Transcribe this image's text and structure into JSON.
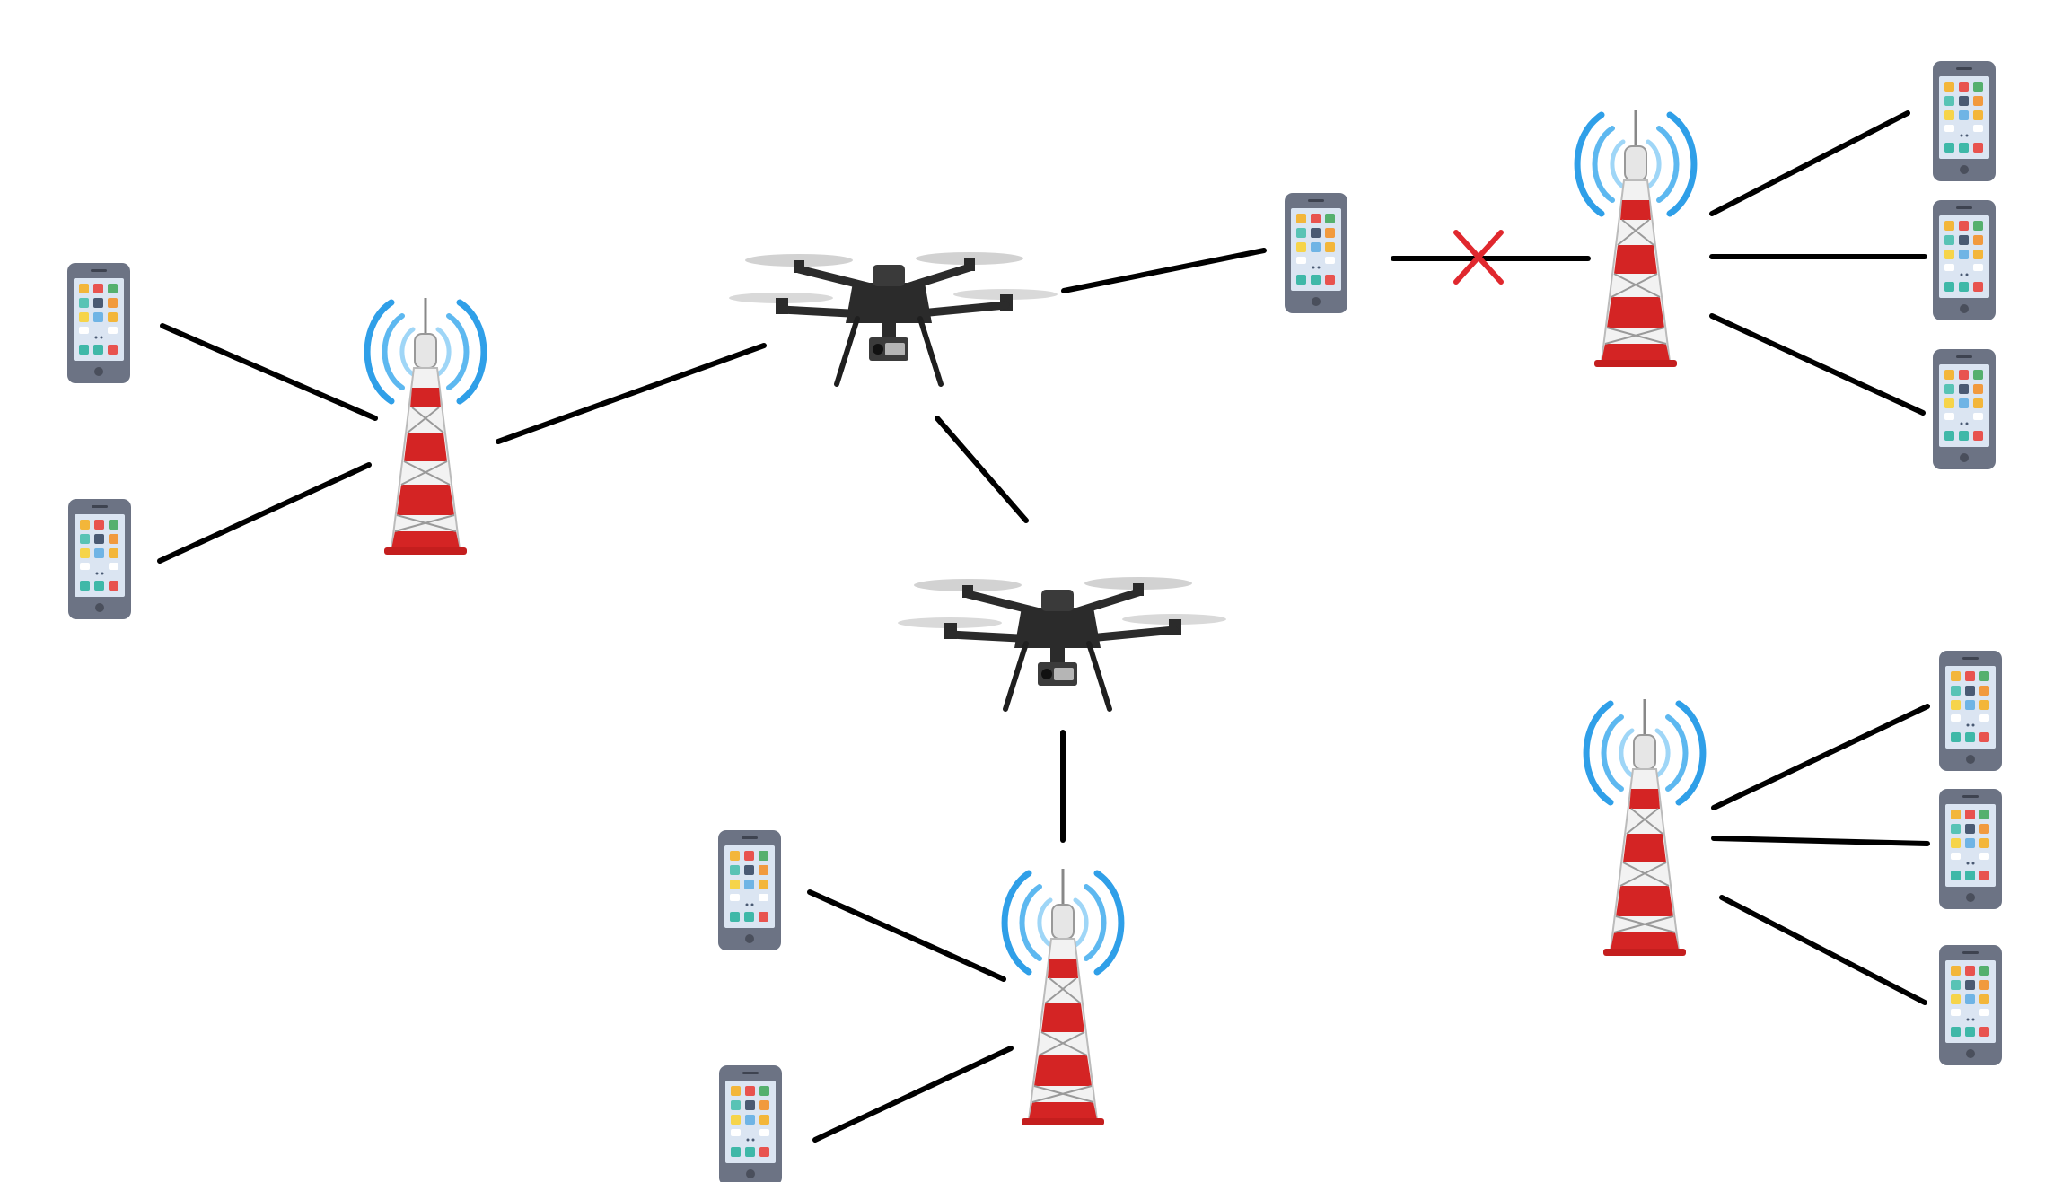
{
  "diagram": {
    "nodes": [
      {
        "id": "phone-a",
        "kind": "phone"
      },
      {
        "id": "phone-b",
        "kind": "phone"
      },
      {
        "id": "tower-1",
        "kind": "tower"
      },
      {
        "id": "drone-1",
        "kind": "drone"
      },
      {
        "id": "drone-2",
        "kind": "drone"
      },
      {
        "id": "phone-relay",
        "kind": "phone"
      },
      {
        "id": "tower-2",
        "kind": "tower"
      },
      {
        "id": "phone-c",
        "kind": "phone"
      },
      {
        "id": "phone-d",
        "kind": "phone"
      },
      {
        "id": "phone-e",
        "kind": "phone"
      },
      {
        "id": "tower-3",
        "kind": "tower"
      },
      {
        "id": "phone-f",
        "kind": "phone"
      },
      {
        "id": "phone-g",
        "kind": "phone"
      },
      {
        "id": "tower-4",
        "kind": "tower"
      },
      {
        "id": "phone-h",
        "kind": "phone"
      },
      {
        "id": "phone-i",
        "kind": "phone"
      },
      {
        "id": "phone-j",
        "kind": "phone"
      },
      {
        "id": "phone-k",
        "kind": "phone"
      }
    ],
    "links": [
      {
        "from": "phone-a",
        "to": "tower-1",
        "status": "active"
      },
      {
        "from": "phone-b",
        "to": "tower-1",
        "status": "active"
      },
      {
        "from": "tower-1",
        "to": "drone-1",
        "status": "active"
      },
      {
        "from": "drone-1",
        "to": "phone-relay",
        "status": "active"
      },
      {
        "from": "drone-1",
        "to": "drone-2",
        "status": "active"
      },
      {
        "from": "drone-2",
        "to": "tower-3",
        "status": "active"
      },
      {
        "from": "phone-f",
        "to": "tower-3",
        "status": "active"
      },
      {
        "from": "phone-g",
        "to": "tower-3",
        "status": "active"
      },
      {
        "from": "phone-relay",
        "to": "tower-2",
        "status": "broken"
      },
      {
        "from": "tower-2",
        "to": "phone-c",
        "status": "active"
      },
      {
        "from": "tower-2",
        "to": "phone-d",
        "status": "active"
      },
      {
        "from": "tower-2",
        "to": "phone-e",
        "status": "active"
      },
      {
        "from": "tower-4",
        "to": "phone-h",
        "status": "active"
      },
      {
        "from": "tower-4",
        "to": "phone-i",
        "status": "active"
      },
      {
        "from": "tower-4",
        "to": "phone-j",
        "status": "active"
      }
    ],
    "colors": {
      "link": "#000000",
      "broken_mark": "#e0282e",
      "tower_red": "#d42424",
      "tower_white": "#f2f2f2",
      "signal_blue": "#2f9fe8",
      "phone_body": "#6c7384",
      "phone_screen": "#dbe5f2",
      "drone_body": "#2b2b2b"
    }
  }
}
